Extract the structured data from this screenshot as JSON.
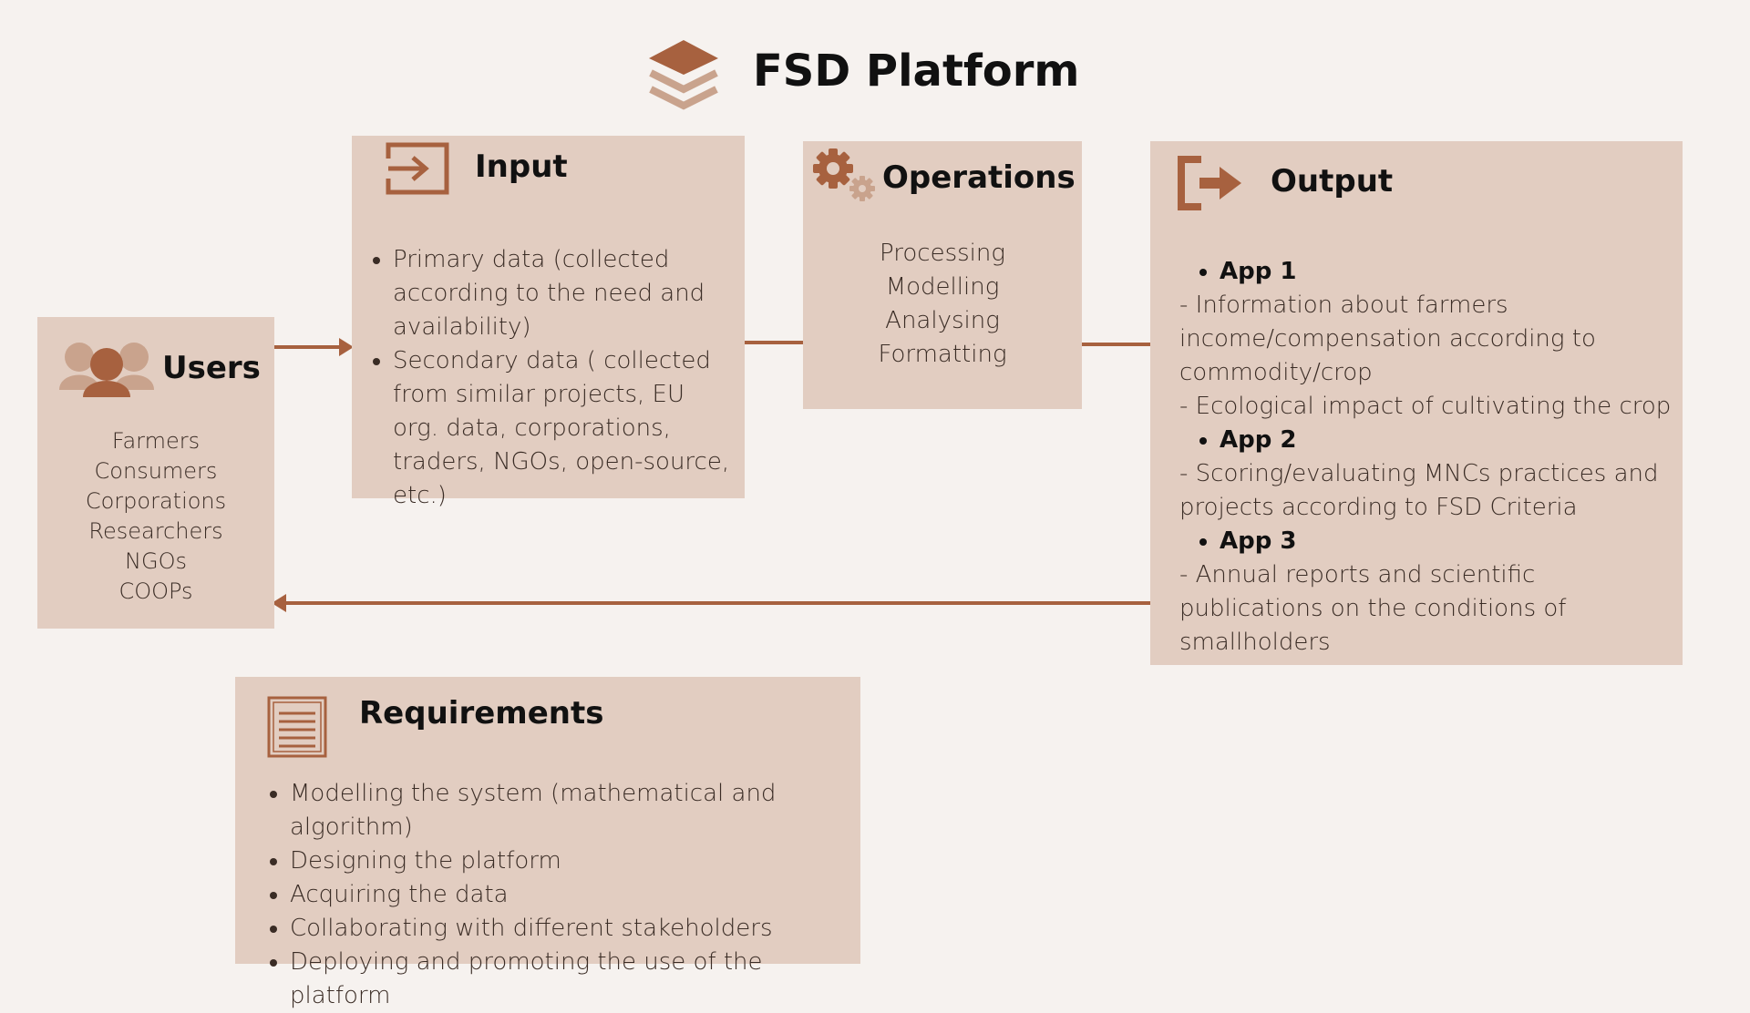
{
  "title": "FSD Platform",
  "colors": {
    "accent": "#a7613f",
    "box": "#e2cdc1",
    "background": "#f6f2ef",
    "icon_light": "#c9a38d"
  },
  "icons": {
    "title": "layers-icon",
    "input": "input-arrow-icon",
    "operations": "gears-icon",
    "output": "exit-arrow-icon",
    "users": "people-group-icon",
    "requirements": "document-list-icon"
  },
  "users": {
    "heading": "Users",
    "items": [
      "Farmers",
      "Consumers",
      "Corporations",
      "Researchers",
      "NGOs",
      "COOPs"
    ]
  },
  "input": {
    "heading": "Input",
    "bullets": [
      "Primary data (collected according to the need and availability)",
      "Secondary data ( collected from similar projects, EU org. data, corporations, traders, NGOs, open-source, etc.)"
    ]
  },
  "operations": {
    "heading": "Operations",
    "items": [
      "Processing",
      "Modelling",
      "Analysing",
      "Formatting"
    ]
  },
  "output": {
    "heading": "Output",
    "apps": [
      {
        "name": "App 1",
        "lines": [
          "- Information about farmers income/compensation according to commodity/crop",
          "- Ecological impact of cultivating the crop"
        ]
      },
      {
        "name": "App 2",
        "lines": [
          "- Scoring/evaluating MNCs practices and projects according to FSD Criteria"
        ]
      },
      {
        "name": "App 3",
        "lines": [
          "-  Annual reports and scientific publications on the conditions of smallholders"
        ]
      }
    ]
  },
  "requirements": {
    "heading": "Requirements",
    "bullets": [
      "Modelling the system (mathematical and algorithm)",
      "Designing the platform",
      "Acquiring the data",
      "Collaborating with different stakeholders",
      "Deploying and promoting the use of the platform"
    ]
  }
}
